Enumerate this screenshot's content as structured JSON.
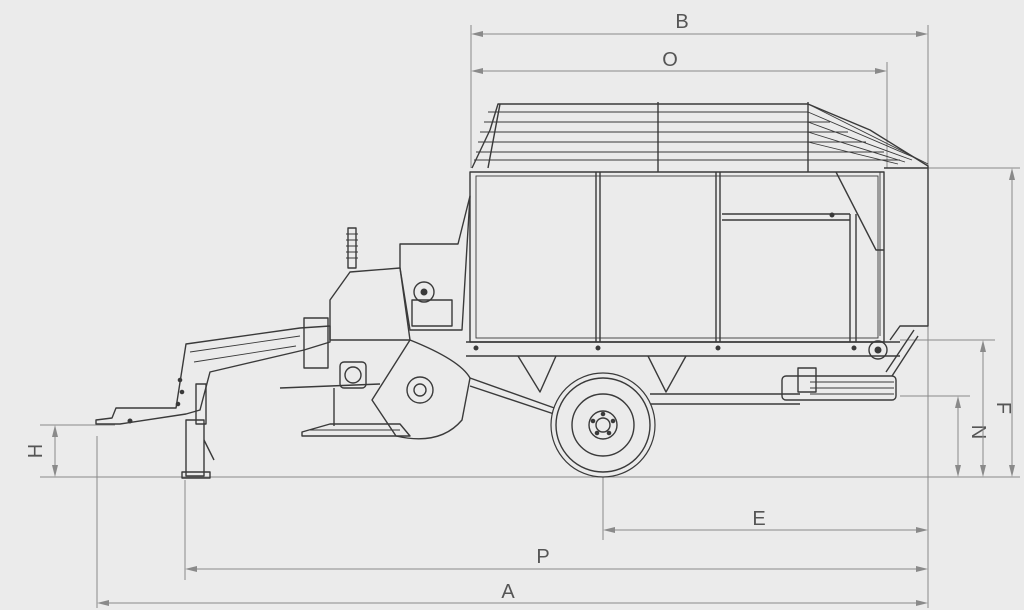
{
  "dimension_labels": {
    "A": "A",
    "B": "B",
    "O": "O",
    "P": "P",
    "E": "E",
    "H": "H",
    "N": "N",
    "F": "F"
  },
  "colors": {
    "background": "#ebebeb",
    "dimension_line": "#8a8a8a",
    "drawing_line": "#3a3a3a",
    "label": "#555555"
  }
}
